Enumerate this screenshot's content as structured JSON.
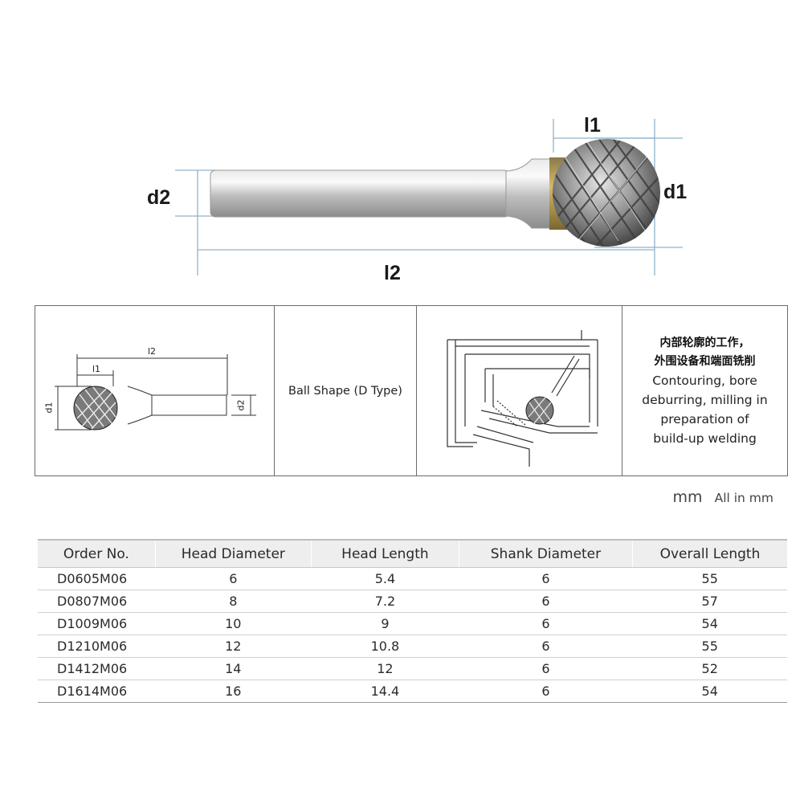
{
  "hero": {
    "labels": {
      "l1": "l1",
      "d2": "d2",
      "d1": "d1",
      "l2": "l2"
    },
    "colors": {
      "dimension_line": "#8fb3c9",
      "shank": "#c9c9c9",
      "head": "#8a8a8a",
      "collar": "#b89a52"
    }
  },
  "info": {
    "drawing_labels": {
      "l2": "l2",
      "l1": "l1",
      "d1": "d1",
      "d2": "d2"
    },
    "shape_name": "Ball Shape (D Type)",
    "application_cn": [
      "内部轮廓的工作，",
      "外围设备和端面铣削"
    ],
    "application_en": [
      "Contouring, bore",
      "deburring, milling in",
      "preparation of",
      "build-up welding"
    ]
  },
  "units": {
    "symbol": "mm",
    "note": "All in mm"
  },
  "table": {
    "headers": [
      "Order No.",
      "Head Diameter",
      "Head Length",
      "Shank Diameter",
      "Overall Length"
    ],
    "rows": [
      [
        "D0605M06",
        "6",
        "5.4",
        "6",
        "55"
      ],
      [
        "D0807M06",
        "8",
        "7.2",
        "6",
        "57"
      ],
      [
        "D1009M06",
        "10",
        "9",
        "6",
        "54"
      ],
      [
        "D1210M06",
        "12",
        "10.8",
        "6",
        "55"
      ],
      [
        "D1412M06",
        "14",
        "12",
        "6",
        "52"
      ],
      [
        "D1614M06",
        "16",
        "14.4",
        "6",
        "54"
      ]
    ]
  }
}
